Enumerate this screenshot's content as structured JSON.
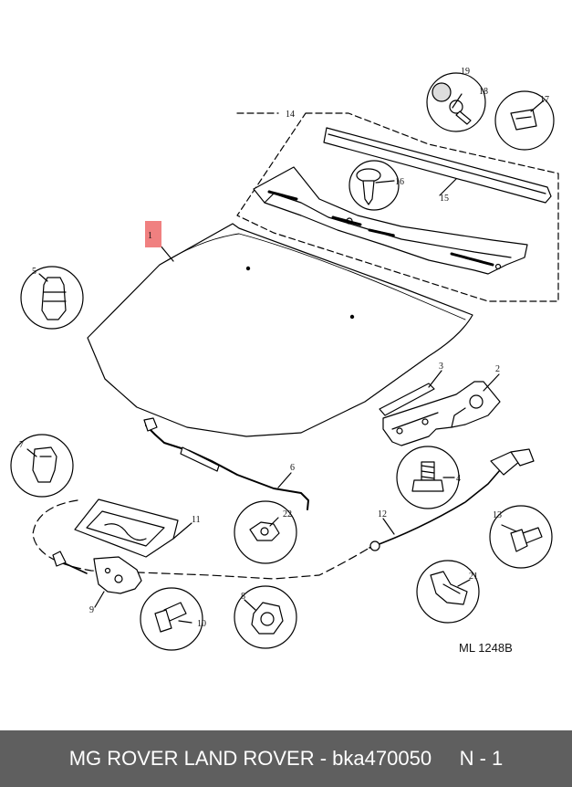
{
  "diagram": {
    "callouts": {
      "c1": "1",
      "c2": "2",
      "c3": "3",
      "c4": "4",
      "c5": "5",
      "c6": "6",
      "c7": "7",
      "c8": "8",
      "c9": "9",
      "c10": "10",
      "c11": "11",
      "c12": "12",
      "c13": "13",
      "c14": "14",
      "c15": "15",
      "c16": "16",
      "c17": "17",
      "c18": "18",
      "c19": "19",
      "c21": "21",
      "c22": "22"
    },
    "drawing_code": "ML 1248B",
    "highlight_color": "#f08080"
  },
  "footer": {
    "text": "MG ROVER LAND ROVER - bka470050     N - 1"
  }
}
